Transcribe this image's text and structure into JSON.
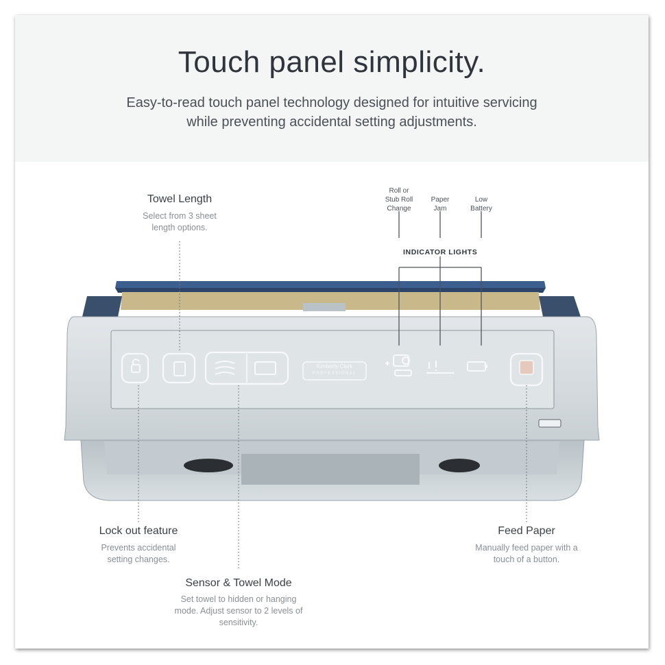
{
  "header": {
    "title": "Touch panel simplicity.",
    "subtitle": "Easy-to-read touch panel technology designed for intuitive servicing while preventing accidental setting adjustments."
  },
  "callouts": {
    "towel_length": {
      "title": "Towel Length",
      "desc": "Select from 3 sheet length options."
    },
    "lock_out": {
      "title": "Lock out feature",
      "desc": "Prevents accidental setting changes."
    },
    "sensor_mode": {
      "title": "Sensor & Towel Mode",
      "desc": "Set towel to hidden or hanging mode. Adjust sensor to 2 levels of sensitivity."
    },
    "feed_paper": {
      "title": "Feed Paper",
      "desc": "Manually feed paper with a touch of a button."
    }
  },
  "indicators": {
    "heading": "INDICATOR LIGHTS",
    "roll_change": "Roll or Stub Roll Change",
    "paper_jam": "Paper Jam",
    "low_battery": "Low Battery"
  },
  "panel_logo": {
    "brand": "Kimberly-Clark",
    "sub": "PROFESSIONAL"
  },
  "colors": {
    "header_bg": "#f4f5f5",
    "device_body": "#d7dcdf",
    "lid_blue": "#34506f",
    "paper_tan": "#c9b98c"
  }
}
